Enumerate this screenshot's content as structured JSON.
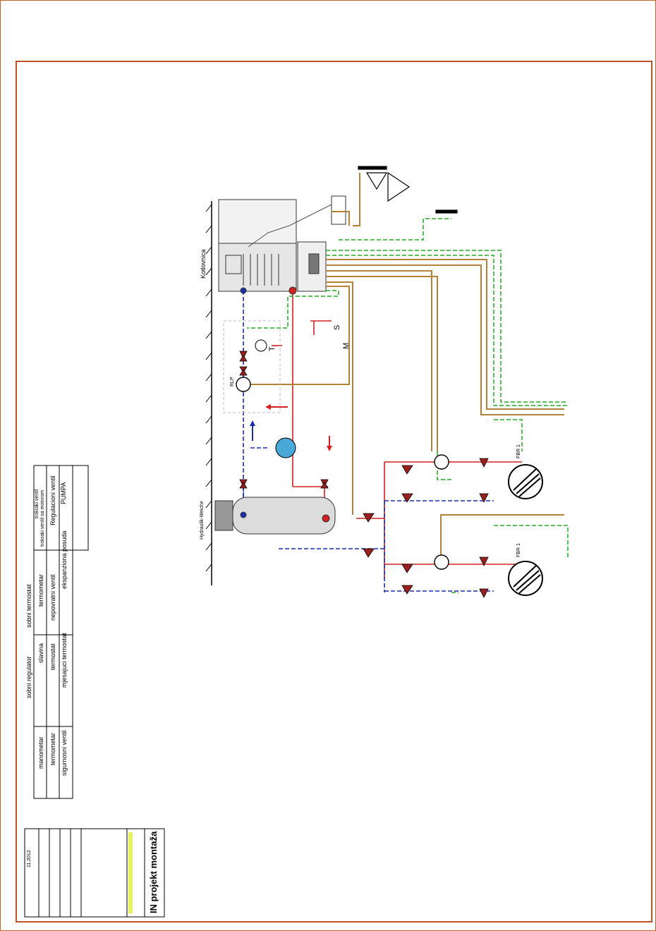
{
  "labels": {
    "boiler": "Kotlovnica",
    "pump_tag": "RLP",
    "t_symbol": "T",
    "s_symbol": "S",
    "m_symbol": "M",
    "fbr1a": "FBR 1",
    "fbr1b": "FBR 1",
    "tank": "Hydraulik-Weiche"
  },
  "legend": {
    "col1": [
      "PUMPA",
      "Regulacioni ventil",
      "trokraki ventil sa motorom",
      "trokraki ventil"
    ],
    "col2": [
      "ekspanziona posuda",
      "nepovratni ventil",
      "termometar",
      "sobni termostat"
    ],
    "col3": [
      "mjesajuci termostat",
      "termostat",
      "slavina",
      "sobni regulator"
    ],
    "col4": [
      "sigurnosni ventil",
      "termometar",
      "manometar"
    ]
  },
  "titleblock": {
    "company": "IN projekt montaža",
    "date": "11.2012"
  },
  "colors": {
    "frame": "#c0522a",
    "pipe_supply": "#d42020",
    "pipe_return": "#1a2fa8",
    "cable_brown": "#b5803a",
    "cable_green": "#22aa22",
    "valve_red": "#9a2020",
    "tank_blue": "#4aa8d8"
  }
}
